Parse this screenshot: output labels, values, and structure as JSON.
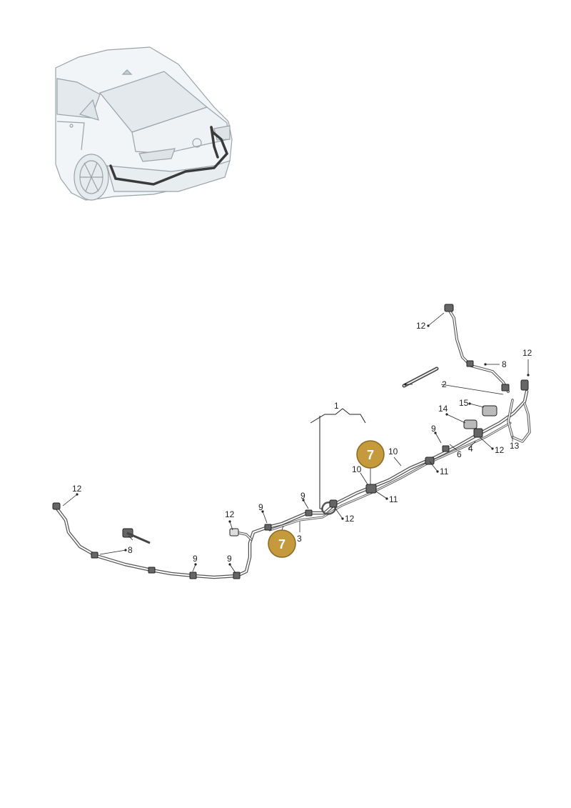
{
  "colors": {
    "badge": "#c49a3c",
    "badge_stroke": "#8a6a22",
    "wire": "#3a3a3a",
    "car_line": "#9aa3a8",
    "car_fill": "#eef2f4",
    "glass": "#dfe6ea"
  },
  "callouts": [
    {
      "id": "c1",
      "text": "1"
    },
    {
      "id": "c2",
      "text": "2"
    },
    {
      "id": "c3",
      "text": "3"
    },
    {
      "id": "c4",
      "text": "4"
    },
    {
      "id": "c6",
      "text": "6"
    },
    {
      "id": "c8a",
      "text": "8"
    },
    {
      "id": "c8b",
      "text": "8"
    },
    {
      "id": "c9a",
      "text": "9"
    },
    {
      "id": "c9b",
      "text": "9"
    },
    {
      "id": "c9c",
      "text": "9"
    },
    {
      "id": "c9d",
      "text": "9"
    },
    {
      "id": "c9e",
      "text": "9"
    },
    {
      "id": "c10a",
      "text": "10"
    },
    {
      "id": "c10b",
      "text": "10"
    },
    {
      "id": "c11a",
      "text": "11"
    },
    {
      "id": "c11b",
      "text": "11"
    },
    {
      "id": "c12a",
      "text": "12"
    },
    {
      "id": "c12b",
      "text": "12"
    },
    {
      "id": "c12c",
      "text": "12"
    },
    {
      "id": "c12d",
      "text": "12"
    },
    {
      "id": "c12e",
      "text": "12"
    },
    {
      "id": "c12f",
      "text": "12"
    },
    {
      "id": "c13",
      "text": "13"
    },
    {
      "id": "c14",
      "text": "14"
    },
    {
      "id": "c15",
      "text": "15"
    }
  ],
  "badges": [
    {
      "id": "b1",
      "text": "7"
    },
    {
      "id": "b2",
      "text": "7"
    }
  ]
}
